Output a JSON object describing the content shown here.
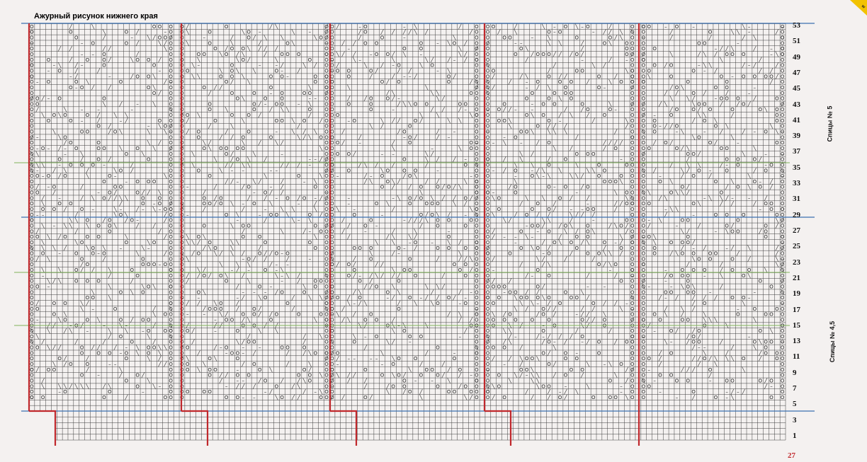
{
  "title": "Ажурный рисунок нижнего края",
  "row_labels": [
    "53",
    "51",
    "49",
    "47",
    "45",
    "43",
    "41",
    "39",
    "37",
    "35",
    "33",
    "31",
    "29",
    "27",
    "25",
    "23",
    "21",
    "19",
    "17",
    "15",
    "13",
    "11",
    "9",
    "7",
    "5",
    "3",
    "1"
  ],
  "bottom_label": "27",
  "needles_upper": "Спицы № 5",
  "needles_lower": "Спицы № 4,5",
  "colors": {
    "grid": "#3c3c3c",
    "red_line": "#c0282c",
    "blue_line": "#3a6fb0",
    "green_line": "#7fb35a",
    "paper": "#f4f1f0"
  }
}
